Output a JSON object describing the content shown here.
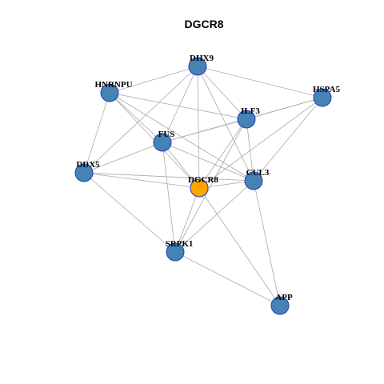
{
  "title": "DGCR8",
  "colors": {
    "node_default": "#4682b4",
    "node_focus": "#ffa500",
    "node_border": "#1f3fbf",
    "edge": "#a9a9a9"
  },
  "nodes": [
    {
      "id": "DGCR8",
      "label": "DGCR8",
      "focus": true
    },
    {
      "id": "DHX9",
      "label": "DHX9",
      "focus": false
    },
    {
      "id": "HNRNPU",
      "label": "HNRNPU",
      "focus": false
    },
    {
      "id": "HSPA5",
      "label": "HSPA5",
      "focus": false
    },
    {
      "id": "ILF3",
      "label": "ILF3",
      "focus": false
    },
    {
      "id": "FUS",
      "label": "FUS",
      "focus": false
    },
    {
      "id": "DDX5",
      "label": "DDX5",
      "focus": false
    },
    {
      "id": "CUL3",
      "label": "CUL3",
      "focus": false
    },
    {
      "id": "SRPK1",
      "label": "SRPK1",
      "focus": false
    },
    {
      "id": "APP",
      "label": "APP",
      "focus": false
    }
  ],
  "edges": [
    [
      "DHX9",
      "HNRNPU"
    ],
    [
      "DHX9",
      "HSPA5"
    ],
    [
      "DHX9",
      "ILF3"
    ],
    [
      "DHX9",
      "DGCR8"
    ],
    [
      "DHX9",
      "CUL3"
    ],
    [
      "DHX9",
      "DDX5"
    ],
    [
      "DHX9",
      "FUS"
    ],
    [
      "HNRNPU",
      "ILF3"
    ],
    [
      "HNRNPU",
      "FUS"
    ],
    [
      "HNRNPU",
      "DGCR8"
    ],
    [
      "HNRNPU",
      "DDX5"
    ],
    [
      "HNRNPU",
      "CUL3"
    ],
    [
      "HSPA5",
      "ILF3"
    ],
    [
      "HSPA5",
      "FUS"
    ],
    [
      "HSPA5",
      "CUL3"
    ],
    [
      "HSPA5",
      "DGCR8"
    ],
    [
      "ILF3",
      "FUS"
    ],
    [
      "ILF3",
      "DGCR8"
    ],
    [
      "ILF3",
      "CUL3"
    ],
    [
      "ILF3",
      "SRPK1"
    ],
    [
      "FUS",
      "DDX5"
    ],
    [
      "FUS",
      "DGCR8"
    ],
    [
      "FUS",
      "CUL3"
    ],
    [
      "FUS",
      "SRPK1"
    ],
    [
      "DDX5",
      "DGCR8"
    ],
    [
      "DDX5",
      "CUL3"
    ],
    [
      "DDX5",
      "SRPK1"
    ],
    [
      "DGCR8",
      "CUL3"
    ],
    [
      "DGCR8",
      "SRPK1"
    ],
    [
      "DGCR8",
      "APP"
    ],
    [
      "CUL3",
      "SRPK1"
    ],
    [
      "CUL3",
      "APP"
    ],
    [
      "SRPK1",
      "APP"
    ]
  ]
}
